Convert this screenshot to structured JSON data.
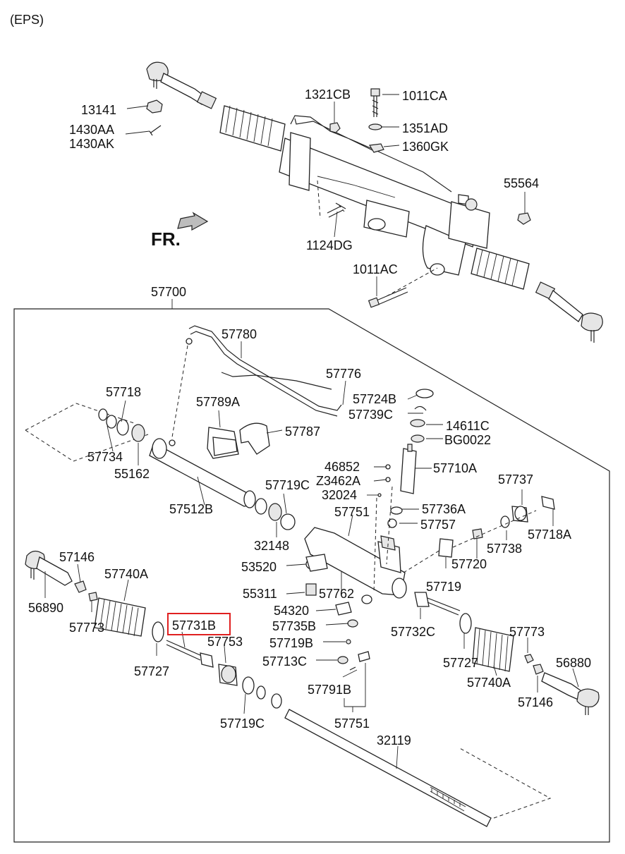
{
  "header": {
    "label": "(EPS)"
  },
  "direction_label": "FR.",
  "highlighted_part": "57731B",
  "colors": {
    "highlight": "#e02020",
    "line": "#222222",
    "background": "#ffffff"
  },
  "labels": {
    "p13141": "13141",
    "p1430AA": "1430AA",
    "p1430AK": "1430AK",
    "p1321CB": "1321CB",
    "p1011CA": "1011CA",
    "p1351AD": "1351AD",
    "p1360GK": "1360GK",
    "p55564": "55564",
    "p1124DG": "1124DG",
    "p1011AC": "1011AC",
    "p57700": "57700",
    "p57780": "57780",
    "p57776": "57776",
    "p57718": "57718",
    "p57789A": "57789A",
    "p57724B": "57724B",
    "p57739C": "57739C",
    "p57787": "57787",
    "p14611C": "14611C",
    "pBG0022": "BG0022",
    "p57734": "57734",
    "p55162": "55162",
    "p46852": "46852",
    "pZ3462A": "Z3462A",
    "p57710A": "57710A",
    "p57719C_a": "57719C",
    "p32024": "32024",
    "p57737": "57737",
    "p57512B": "57512B",
    "p57751_a": "57751",
    "p57736A": "57736A",
    "p32148": "32148",
    "p57757": "57757",
    "p57718A": "57718A",
    "p57146_a": "57146",
    "p57738": "57738",
    "p53520": "53520",
    "p57740A_a": "57740A",
    "p57720": "57720",
    "p55311": "55311",
    "p57762": "57762",
    "p57719": "57719",
    "p56890": "56890",
    "p54320": "54320",
    "p57773_a": "57773",
    "p57731B": "57731B",
    "p57735B": "57735B",
    "p57732C": "57732C",
    "p57753": "57753",
    "p57773_b": "57773",
    "p57719B": "57719B",
    "p57727_a": "57727",
    "p57713C": "57713C",
    "p57727_b": "57727",
    "p56880": "56880",
    "p57740A_b": "57740A",
    "p57791B": "57791B",
    "p57146_b": "57146",
    "p57719C_b": "57719C",
    "p57751_b": "57751",
    "p32119": "32119"
  }
}
